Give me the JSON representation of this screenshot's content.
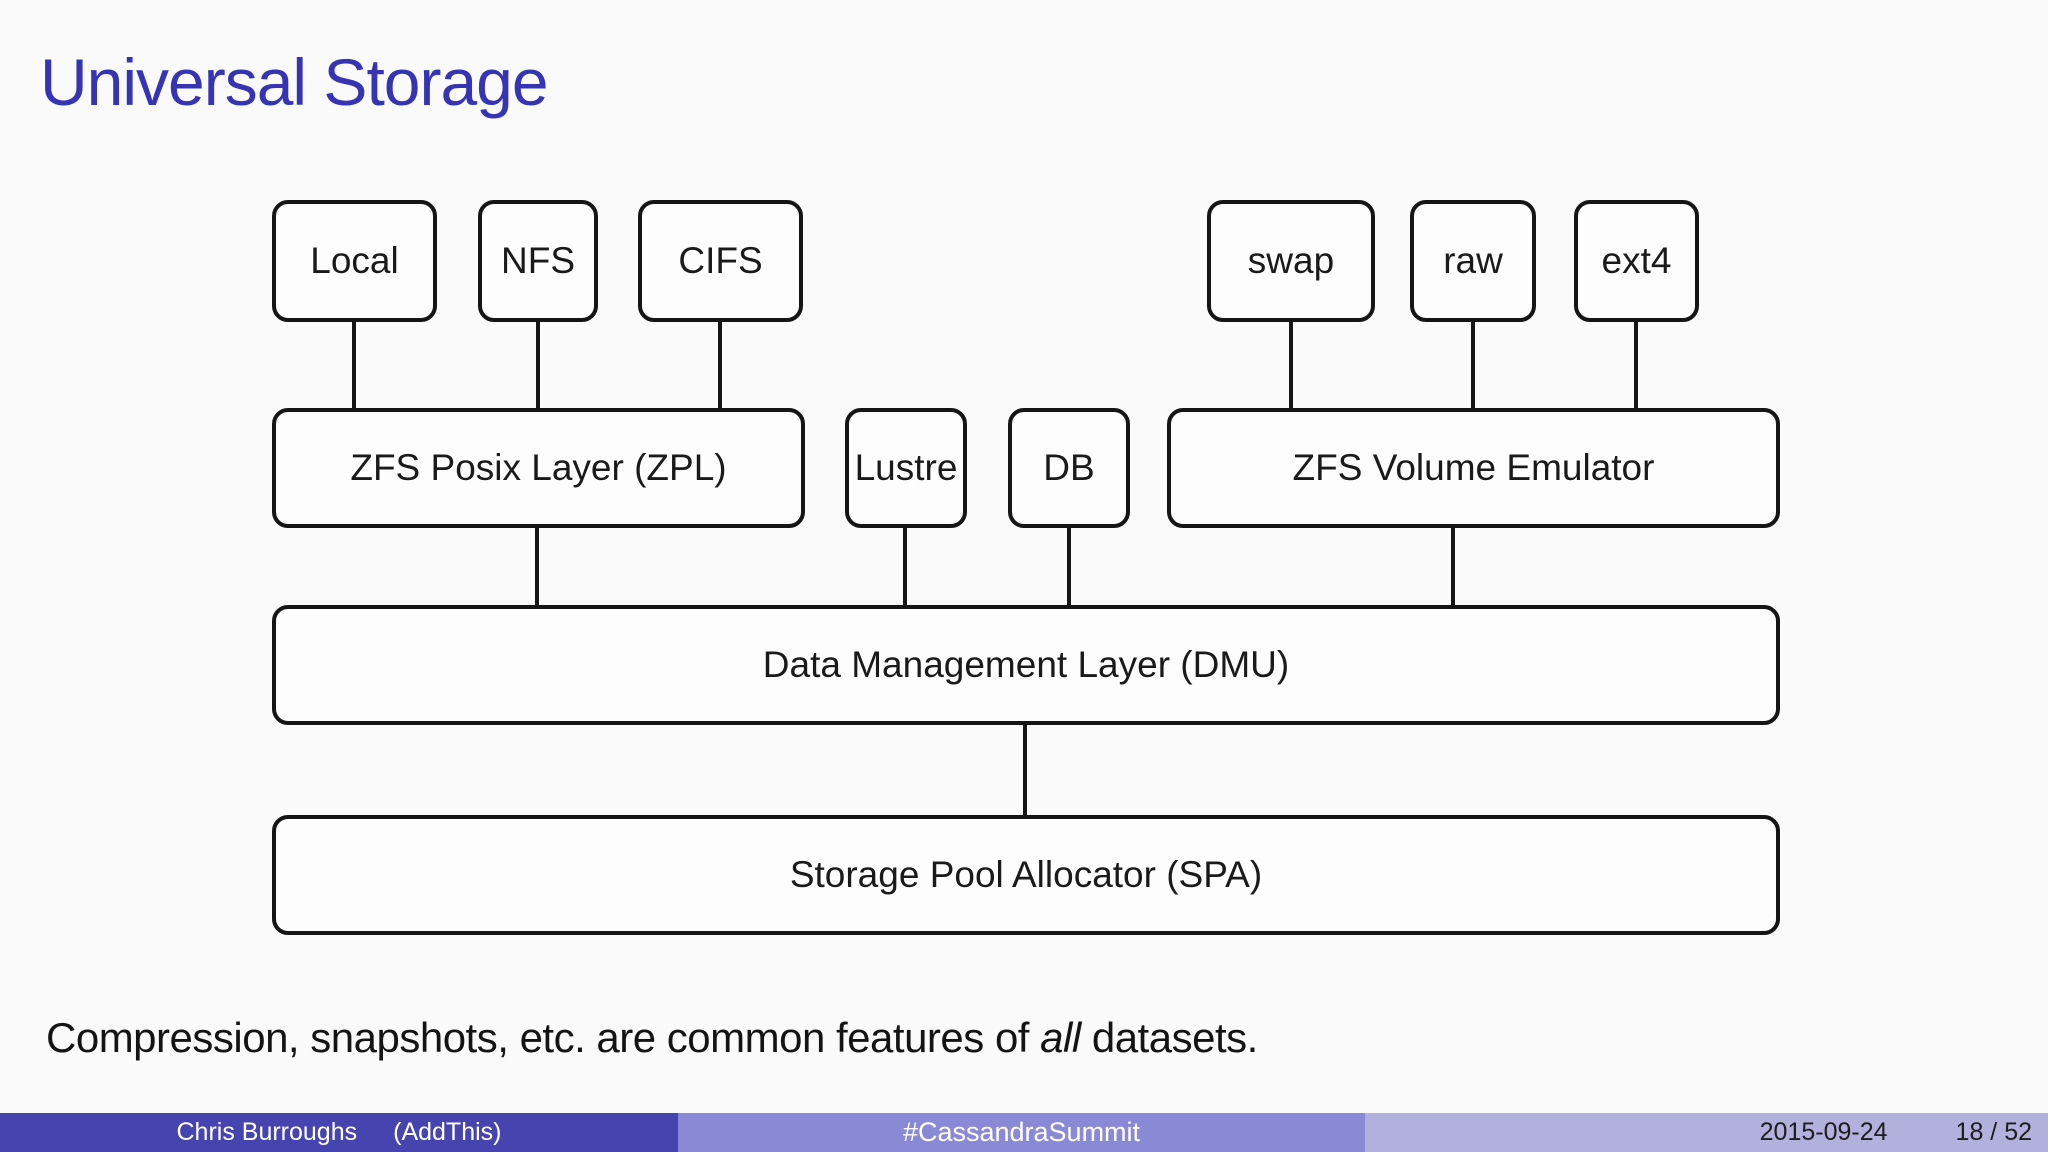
{
  "slide": {
    "title": "Universal Storage",
    "note": {
      "before": "Compression, snapshots, etc. are common features of ",
      "emphasis": "all",
      "after": " datasets."
    }
  },
  "diagram": {
    "boxes": {
      "local": "Local",
      "nfs": "NFS",
      "cifs": "CIFS",
      "swap": "swap",
      "raw": "raw",
      "ext4": "ext4",
      "zpl": "ZFS Posix Layer (ZPL)",
      "lustre": "Lustre",
      "db": "DB",
      "zve": "ZFS Volume Emulator",
      "dmu": "Data Management Layer (DMU)",
      "spa": "Storage Pool Allocator (SPA)"
    }
  },
  "footer": {
    "author": "Chris Burroughs",
    "affiliation": "(AddThis)",
    "event": "#CassandraSummit",
    "date": "2015-09-24",
    "page": "18 / 52"
  },
  "colors": {
    "title_blue": "#3734b4",
    "box_border": "#151515",
    "footer_dark": "#4645b0",
    "footer_medium": "#8a89d6",
    "footer_light": "#b2b1de",
    "background": "#fafafa"
  }
}
